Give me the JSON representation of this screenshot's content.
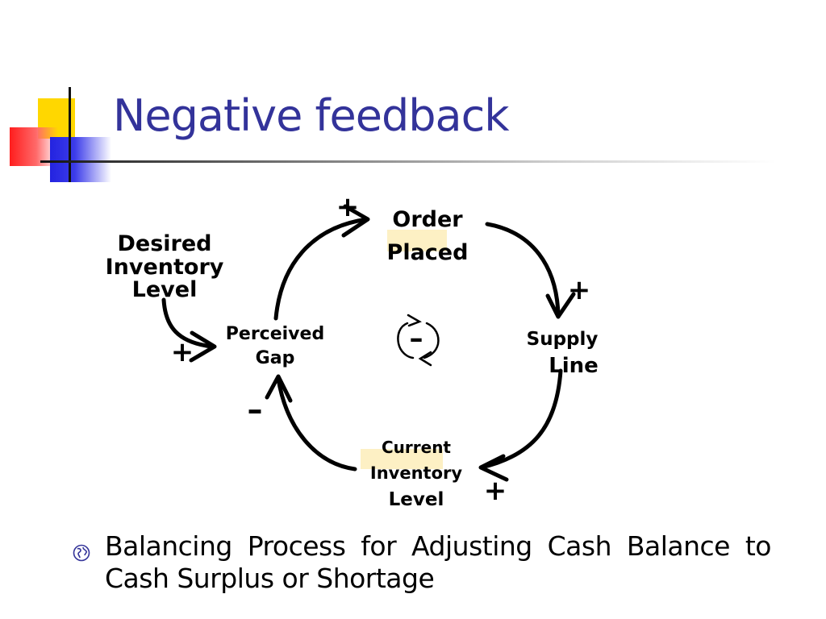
{
  "slide": {
    "title": "Negative feedback",
    "bullet": {
      "icon": "globe-bullet-icon",
      "text": "Balancing Process for Adjusting Cash Balance to Cash Surplus or Shortage"
    }
  },
  "diagram": {
    "nodes": {
      "order_placed": [
        "Order",
        "Placed"
      ],
      "supply_line": [
        "Supply",
        "Line"
      ],
      "current_inventory": [
        "Current",
        "Inventory",
        "Level"
      ],
      "perceived_gap": [
        "Perceived",
        "Gap"
      ],
      "desired_inventory": [
        "Desired",
        "Inventory",
        "Level"
      ]
    },
    "polarities": {
      "gap_to_order": "+",
      "order_to_supply": "+",
      "supply_to_inventory": "+",
      "inventory_to_gap": "–",
      "desired_to_gap": "+"
    },
    "loop_label": "–",
    "colors": {
      "highlight": "#fdf0c4",
      "title": "#33339a"
    }
  }
}
